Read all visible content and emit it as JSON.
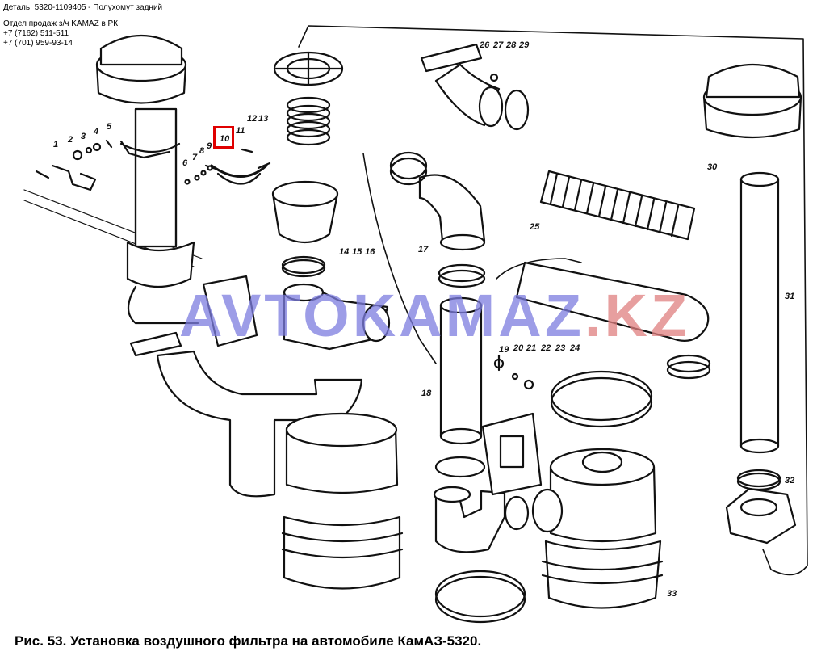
{
  "header": {
    "part": "Деталь: 5320-1109405 - Полухомут задний",
    "dept": "Отдел продаж з/ч KAMAZ в РК",
    "phone1": "+7 (7162) 511-511",
    "phone2": "+7 (701) 959-93-14"
  },
  "highlight": {
    "label": "10",
    "color": "#e00000"
  },
  "watermark": {
    "part1": "AVTOKAMAZ",
    "part2": ".KZ",
    "color1": "#7d7de0",
    "color2": "#e07f7f"
  },
  "caption": "Рис. 53. Установка воздушного фильтра на автомобиле КамАЗ-5320.",
  "callouts": {
    "c1": "1",
    "c2": "2",
    "c3": "3",
    "c4": "4",
    "c5": "5",
    "c6": "6",
    "c7": "7",
    "c8": "8",
    "c9": "9",
    "c11": "11",
    "c12": "12",
    "c13": "13",
    "c14": "14",
    "c15": "15",
    "c16": "16",
    "c17": "17",
    "c18": "18",
    "c19": "19",
    "c20": "20",
    "c21": "21",
    "c22": "22",
    "c23": "23",
    "c24": "24",
    "c25": "25",
    "c26": "26",
    "c27": "27",
    "c28": "28",
    "c29": "29",
    "c30": "30",
    "c31": "31",
    "c32": "32",
    "c33": "33"
  }
}
